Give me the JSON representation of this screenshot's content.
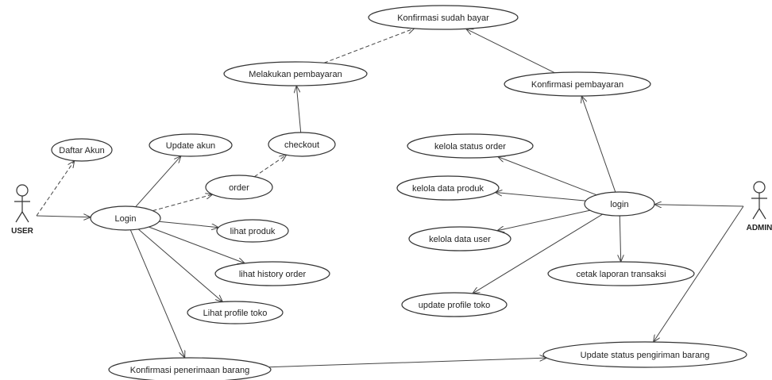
{
  "actors": [
    {
      "id": "user",
      "name": "USER"
    },
    {
      "id": "admin",
      "name": "ADMIN"
    }
  ],
  "use_cases": [
    {
      "id": "konfirmasi_sudah_bayar",
      "label": "Konfirmasi sudah bayar"
    },
    {
      "id": "melakukan_pembayaran",
      "label": "Melakukan pembayaran"
    },
    {
      "id": "konfirmasi_pembayaran",
      "label": "Konfirmasi pembayaran"
    },
    {
      "id": "daftar_akun",
      "label": "Daftar Akun"
    },
    {
      "id": "update_akun",
      "label": "Update akun"
    },
    {
      "id": "checkout",
      "label": "checkout"
    },
    {
      "id": "order",
      "label": "order"
    },
    {
      "id": "login_user",
      "label": "Login"
    },
    {
      "id": "lihat_produk",
      "label": "lihat produk"
    },
    {
      "id": "lihat_history_order",
      "label": "lihat history order"
    },
    {
      "id": "lihat_profile_toko",
      "label": "Lihat profile toko"
    },
    {
      "id": "konfirmasi_penerimaan",
      "label": "Konfirmasi penerimaan barang"
    },
    {
      "id": "kelola_status_order",
      "label": "kelola status order"
    },
    {
      "id": "kelola_data_produk",
      "label": "kelola data produk"
    },
    {
      "id": "login_admin",
      "label": "login"
    },
    {
      "id": "kelola_data_user",
      "label": "kelola data user"
    },
    {
      "id": "cetak_laporan",
      "label": "cetak laporan transaksi"
    },
    {
      "id": "update_profile_toko",
      "label": "update profile toko"
    },
    {
      "id": "update_status_pengiriman",
      "label": "Update status pengiriman barang"
    }
  ],
  "relations": [
    {
      "from": "user",
      "to": "daftar_akun",
      "style": "dashed",
      "arrow": true
    },
    {
      "from": "user",
      "to": "login_user",
      "style": "solid",
      "arrow": true
    },
    {
      "from": "login_user",
      "to": "update_akun",
      "style": "solid",
      "arrow": true
    },
    {
      "from": "login_user",
      "to": "order",
      "style": "dashed",
      "arrow": true
    },
    {
      "from": "order",
      "to": "checkout",
      "style": "dashed",
      "arrow": true
    },
    {
      "from": "checkout",
      "to": "melakukan_pembayaran",
      "style": "solid",
      "arrow": true
    },
    {
      "from": "melakukan_pembayaran",
      "to": "konfirmasi_sudah_bayar",
      "style": "dashed",
      "arrow": true
    },
    {
      "from": "konfirmasi_pembayaran",
      "to": "konfirmasi_sudah_bayar",
      "style": "solid",
      "arrow": true
    },
    {
      "from": "login_user",
      "to": "lihat_produk",
      "style": "solid",
      "arrow": true
    },
    {
      "from": "login_user",
      "to": "lihat_history_order",
      "style": "solid",
      "arrow": true
    },
    {
      "from": "login_user",
      "to": "lihat_profile_toko",
      "style": "solid",
      "arrow": true
    },
    {
      "from": "login_user",
      "to": "konfirmasi_penerimaan",
      "style": "solid",
      "arrow": true
    },
    {
      "from": "konfirmasi_penerimaan",
      "to": "update_status_pengiriman",
      "style": "solid",
      "arrow": true
    },
    {
      "from": "admin",
      "to": "login_admin",
      "style": "solid",
      "arrow": true
    },
    {
      "from": "admin",
      "to": "update_status_pengiriman",
      "style": "solid",
      "arrow": true
    },
    {
      "from": "login_admin",
      "to": "konfirmasi_pembayaran",
      "style": "solid",
      "arrow": true
    },
    {
      "from": "login_admin",
      "to": "kelola_status_order",
      "style": "solid",
      "arrow": true
    },
    {
      "from": "login_admin",
      "to": "kelola_data_produk",
      "style": "solid",
      "arrow": true
    },
    {
      "from": "login_admin",
      "to": "kelola_data_user",
      "style": "solid",
      "arrow": true
    },
    {
      "from": "login_admin",
      "to": "cetak_laporan",
      "style": "solid",
      "arrow": true
    },
    {
      "from": "login_admin",
      "to": "update_profile_toko",
      "style": "solid",
      "arrow": true
    }
  ]
}
